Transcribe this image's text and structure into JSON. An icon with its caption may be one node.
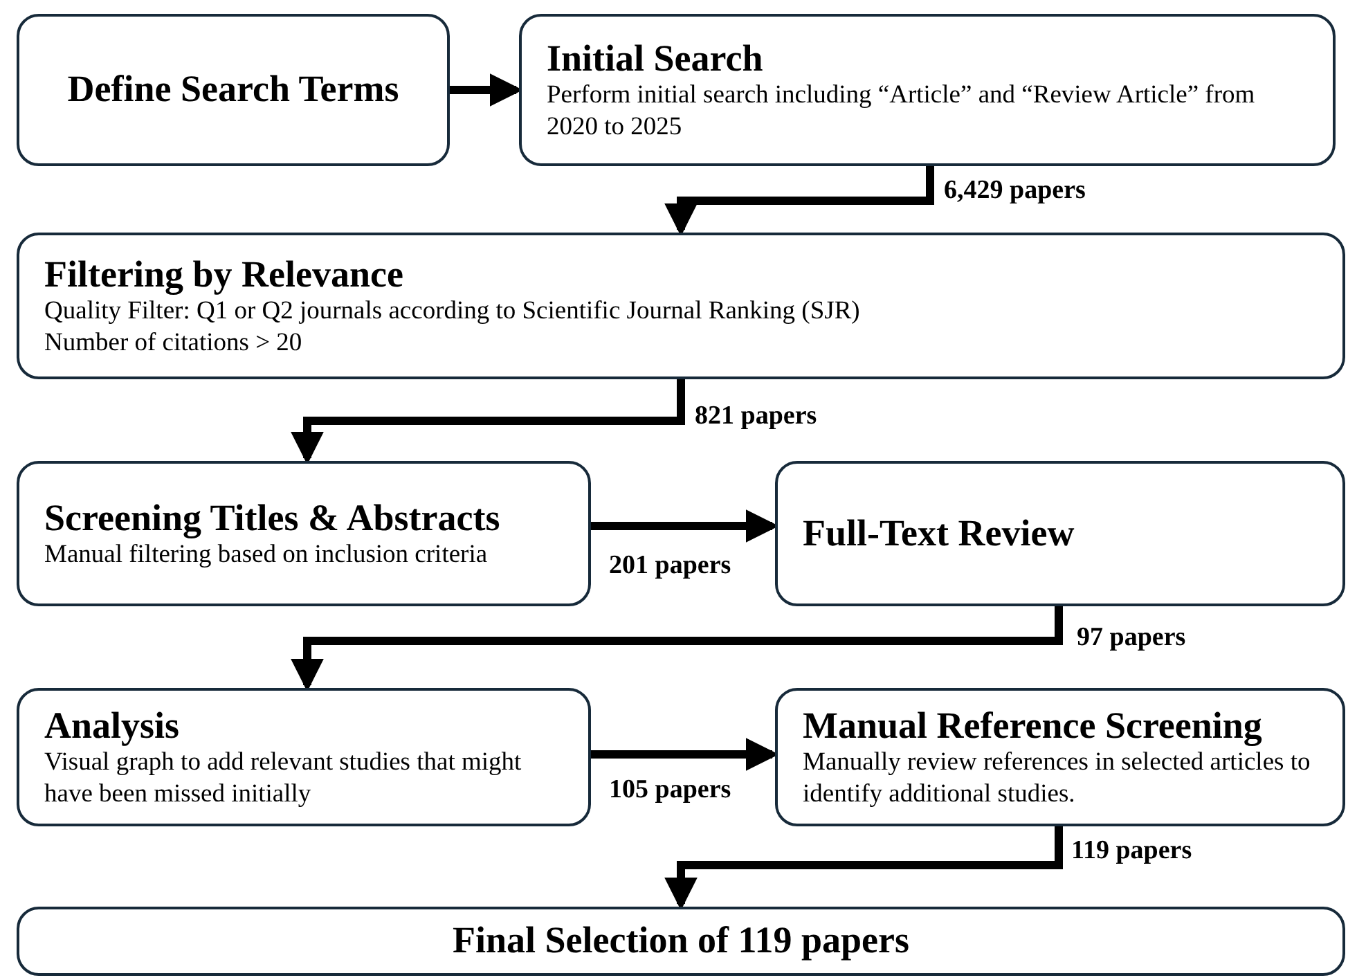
{
  "diagram": {
    "nodes": [
      {
        "text": [
          "Define Search Terms"
        ]
      },
      {
        "text": [
          "Initial Search",
          "Perform initial search including “Article” and “Review Article” from 2020 to 2025"
        ]
      },
      {
        "text": [
          "Filtering by Relevance",
          "Quality Filter: Q1 or Q2 journals according to Scientific Journal Ranking (SJR)",
          "Number of citations > 20"
        ]
      },
      {
        "text": [
          "Screening Titles & Abstracts",
          "Manual filtering based on inclusion criteria"
        ]
      },
      {
        "text": [
          "Full-Text Review"
        ]
      },
      {
        "text": [
          "Analysis",
          "Visual graph to add relevant studies that might have been missed initially"
        ]
      },
      {
        "text": [
          "Manual Reference Screening",
          "Manually review references in selected articles to identify additional studies."
        ]
      },
      {
        "text": [
          "Final Selection of 119 papers"
        ]
      }
    ],
    "edges": [
      {
        "from": 0,
        "to": 1,
        "arrow": "to"
      },
      {
        "from": 1,
        "to": 2,
        "arrow": "to",
        "label": "6,429 papers"
      },
      {
        "from": 2,
        "to": 3,
        "arrow": "to",
        "label": "821 papers"
      },
      {
        "from": 3,
        "to": 4,
        "arrow": "to",
        "label": "201 papers"
      },
      {
        "from": 4,
        "to": 5,
        "arrow": "to",
        "label": "97 papers"
      },
      {
        "from": 5,
        "to": 6,
        "arrow": "to",
        "label": "105 papers"
      },
      {
        "from": 6,
        "to": 7,
        "arrow": "to",
        "label": "119 papers"
      }
    ]
  }
}
